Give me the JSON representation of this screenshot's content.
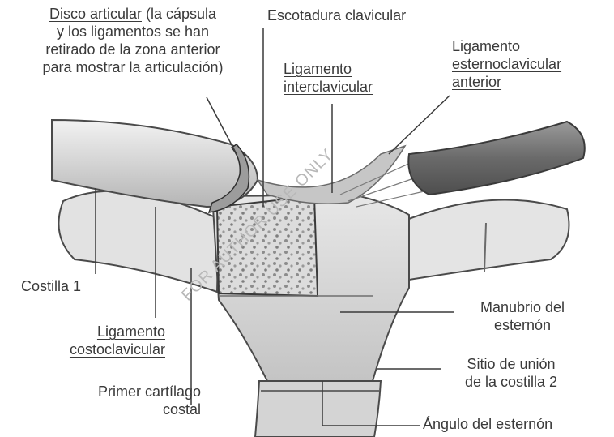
{
  "labels": {
    "disco": {
      "underlined": "Disco articular",
      "rest_line1": " (la cápsula",
      "line2": "y los ligamentos se han",
      "line3": "retirado de la zona anterior",
      "line4": "para mostrar la articulación)"
    },
    "escotadura": "Escotadura clavicular",
    "lig_interclavicular": {
      "line1": "Ligamento",
      "line2": "interclavicular"
    },
    "lig_esternoclavicular": {
      "line1": "Ligamento",
      "line2": "esternoclavicular",
      "line3": "anterior"
    },
    "costilla1": "Costilla 1",
    "lig_costoclavicular": {
      "line1": "Ligamento",
      "line2": "costoclavicular"
    },
    "primer_cartilago": {
      "line1": "Primer cartílago",
      "line2": "costal"
    },
    "manubrio": {
      "line1": "Manubrio del",
      "line2": "esternón"
    },
    "sitio_union": {
      "line1": "Sitio de unión",
      "line2": "de la costilla 2"
    },
    "angulo": "Ángulo del esternón"
  },
  "watermark": "FOR AUTHOR USE ONLY",
  "colors": {
    "ink": "#3a3a3a",
    "bone_light": "#e6e6e6",
    "bone_mid": "#c8c8c8",
    "bone_dark": "#8a8a8a"
  }
}
